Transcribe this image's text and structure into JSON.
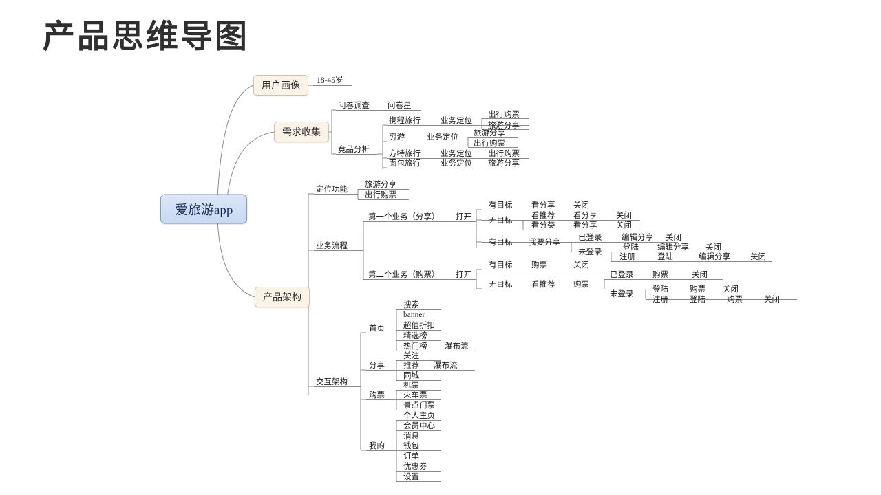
{
  "page": {
    "title": "产品思维导图",
    "background": "#ffffff",
    "root_fill": "#ccdcf3",
    "root_stroke": "#7f9bc9",
    "branch_fill": "#fbf3e6",
    "branch_stroke": "#cfc3ad",
    "line_color": "#8a8a8a"
  },
  "root": {
    "label": "爱旅游app"
  },
  "branches": [
    {
      "label": "用户画像"
    },
    {
      "label": "需求收集"
    },
    {
      "label": "产品架构"
    }
  ],
  "user_profile": {
    "age_range": "18-45岁"
  },
  "requirements": {
    "survey": {
      "label": "问卷调查",
      "tool": "问卷星"
    },
    "competitor": {
      "label": "竞品分析",
      "items": [
        {
          "name": "携程旅行",
          "position": "业务定位",
          "values": [
            "出行购票",
            "旅游分享"
          ]
        },
        {
          "name": "穷游",
          "position": "业务定位",
          "values": [
            "旅游分享",
            "出行购票"
          ]
        },
        {
          "name": "方特旅行",
          "position": "业务定位",
          "values": [
            "出行购票"
          ]
        },
        {
          "name": "面包旅行",
          "position": "业务定位",
          "values": [
            "旅游分享"
          ]
        }
      ]
    }
  },
  "architecture": {
    "positioning": {
      "label": "定位功能",
      "items": [
        "旅游分享",
        "出行购票"
      ]
    },
    "business_flow": {
      "label": "业务流程",
      "flows": [
        {
          "label": "第一个业务（分享）",
          "entry": "打开",
          "paths": [
            {
              "goal": "有目标",
              "steps": [
                "看分享",
                "关闭"
              ]
            },
            {
              "goal": "无目标",
              "steps": [
                "看推荐",
                "看分享",
                "关闭"
              ]
            },
            {
              "goal": "",
              "steps": [
                "看分类",
                "看分享",
                "关闭"
              ]
            },
            {
              "goal": "有目标",
              "steps": [
                "我要分享",
                "已登录",
                "编辑分享",
                "关闭"
              ]
            },
            {
              "goal": "",
              "steps": [
                "未登录",
                "登陆",
                "编辑分享",
                "关闭"
              ]
            },
            {
              "goal": "",
              "steps": [
                "注册",
                "登陆",
                "编辑分享",
                "关闭"
              ]
            }
          ]
        },
        {
          "label": "第二个业务（购票）",
          "entry": "打开",
          "paths": [
            {
              "goal": "有目标",
              "steps": [
                "购票",
                "关闭"
              ]
            },
            {
              "goal": "无目标",
              "steps": [
                "看推荐",
                "购票",
                "已登录",
                "购票",
                "关闭"
              ]
            },
            {
              "goal": "",
              "steps": [
                "未登录",
                "登陆",
                "购票",
                "关闭"
              ]
            },
            {
              "goal": "",
              "steps": [
                "注册",
                "登陆",
                "购票",
                "关闭"
              ]
            }
          ]
        }
      ]
    },
    "interaction": {
      "label": "交互架构",
      "groups": [
        {
          "name": "首页",
          "items": [
            {
              "label": "搜索",
              "sub": ""
            },
            {
              "label": "banner",
              "sub": ""
            },
            {
              "label": "超值折扣",
              "sub": ""
            },
            {
              "label": "精选榜",
              "sub": ""
            },
            {
              "label": "热门榜",
              "sub": "瀑布流"
            }
          ]
        },
        {
          "name": "分享",
          "items": [
            {
              "label": "关注",
              "sub": ""
            },
            {
              "label": "推荐",
              "sub": "瀑布流"
            },
            {
              "label": "同城",
              "sub": ""
            }
          ]
        },
        {
          "name": "购票",
          "items": [
            {
              "label": "机票",
              "sub": ""
            },
            {
              "label": "火车票",
              "sub": ""
            },
            {
              "label": "景点门票",
              "sub": ""
            }
          ]
        },
        {
          "name": "我的",
          "items": [
            {
              "label": "个人主页",
              "sub": ""
            },
            {
              "label": "会员中心",
              "sub": ""
            },
            {
              "label": "消息",
              "sub": ""
            },
            {
              "label": "钱包",
              "sub": ""
            },
            {
              "label": "订单",
              "sub": ""
            },
            {
              "label": "优惠券",
              "sub": ""
            },
            {
              "label": "设置",
              "sub": ""
            }
          ]
        }
      ]
    }
  }
}
